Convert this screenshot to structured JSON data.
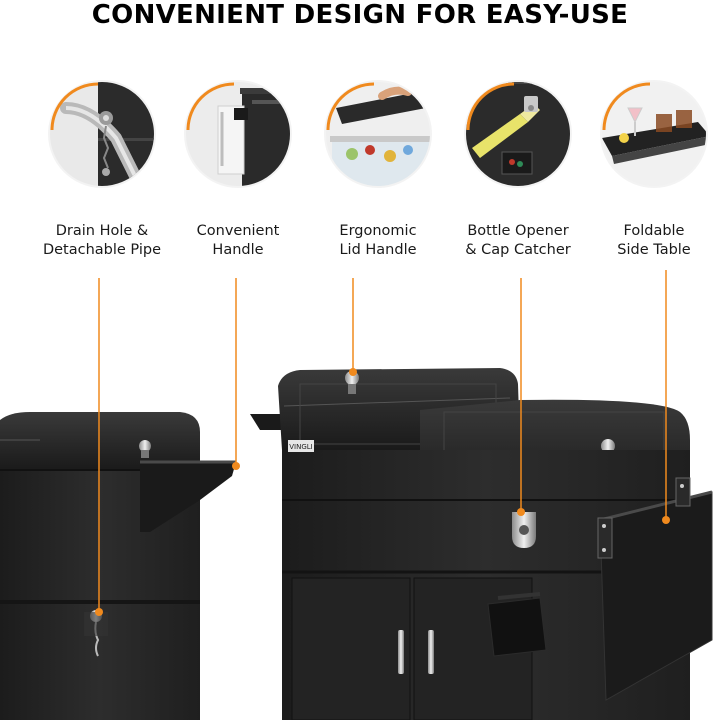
{
  "header": {
    "title": "CONVENIENT DESIGN FOR EASY-USE"
  },
  "features": [
    {
      "id": "drain",
      "line1": "Drain Hole &",
      "line2": "Detachable Pipe",
      "icon": "drain-pipe-icon"
    },
    {
      "id": "handle",
      "line1": "Convenient",
      "line2": "Handle",
      "icon": "side-handle-icon"
    },
    {
      "id": "lid",
      "line1": "Ergonomic",
      "line2": "Lid Handle",
      "icon": "lid-handle-icon"
    },
    {
      "id": "opener",
      "line1": "Bottle Opener",
      "line2": "& Cap Catcher",
      "icon": "bottle-opener-icon"
    },
    {
      "id": "table",
      "line1": "Foldable",
      "line2": "Side Table",
      "icon": "side-table-icon"
    }
  ],
  "product": {
    "brand_badge": "VINGLI"
  },
  "colors": {
    "accent": "#F08A1E",
    "cart_body": "#2a2a2a",
    "cart_top": "#1e1e1e",
    "text": "#1a1a1a"
  }
}
